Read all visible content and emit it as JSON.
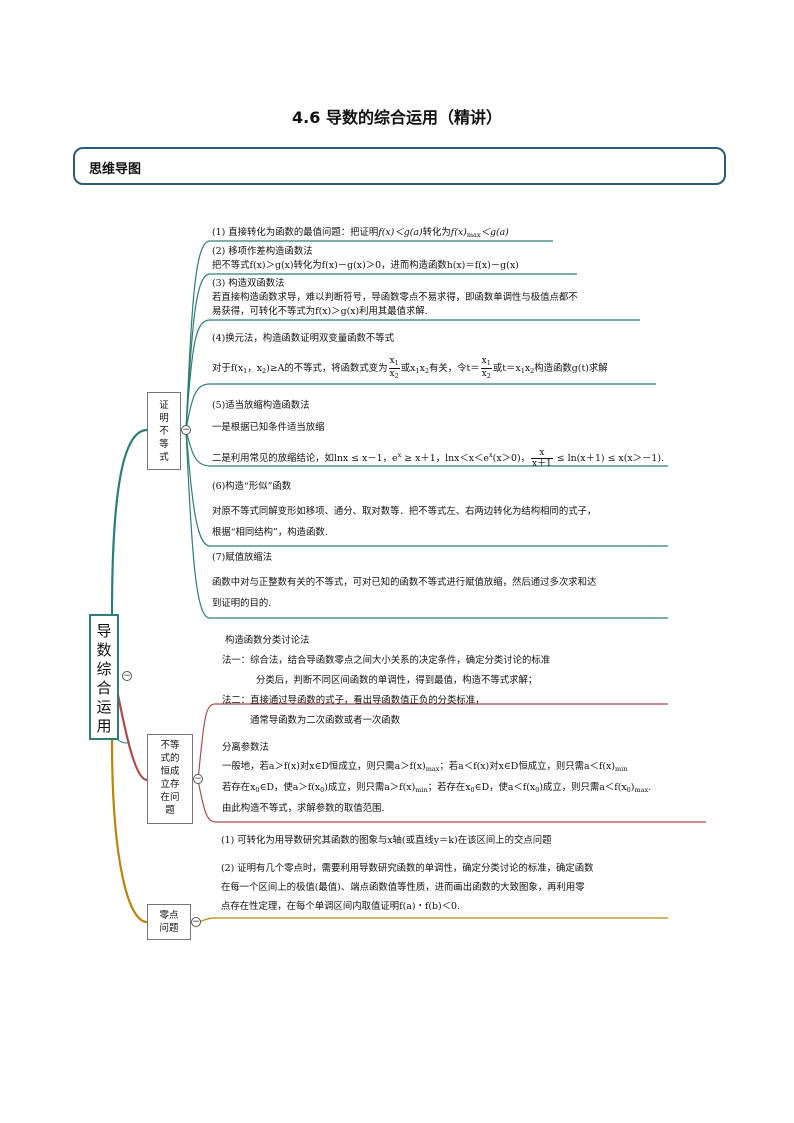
{
  "page_title": "4.6   导数的综合运用（精讲）",
  "section_header": "思维导图",
  "root_node": "导数综合运用",
  "branches": [
    {
      "label": "证明不等式"
    },
    {
      "label": "不等式的恒成立存在问题"
    },
    {
      "label": "零点问题"
    }
  ],
  "proof": {
    "m1": {
      "prefix": "(1) 直接转化为函数的最值问题：把证明",
      "a1": "f(x)＜g(a)",
      "mid": "转化为",
      "b1": "f(x)",
      "b_sub": "max",
      "b2": "＜g(a)"
    },
    "m2": {
      "title": "(2) 移项作差构造函数法",
      "body": "把不等式f(x)＞g(x)转化为f(x)－g(x)＞0，进而构造函数h(x)＝f(x)－g(x)"
    },
    "m3": {
      "title": "(3) 构造双函数法",
      "l1": "若直接构造函数求导，难以判断符号，导函数零点不易求得，即函数单调性与极值点都不",
      "l2": "易获得，可转化不等式为f(x)＞g(x)利用其最值求解."
    },
    "m4": {
      "title": "(4)换元法，构造函数证明双变量函数不等式",
      "p1": "对于f(x",
      "s1": "1",
      "p2": "，x",
      "s2": "2",
      "p3": ")≥A的不等式，将函数式变为",
      "fn": "x",
      "fn_sub": "1",
      "fd": "x",
      "fd_sub": "2",
      "p4": "或x",
      "s4": "1",
      "p5": "x",
      "s5": "2",
      "p6": "有关，令t＝",
      "p7": "或t＝x",
      "s7": "1",
      "p8": "x",
      "s8": "2",
      "p9": "构造函数g(t)求解"
    },
    "m5": {
      "title": "(5)适当放缩构造函数法",
      "l1": "一是根据已知条件适当放缩",
      "p1": "二是利用常见的放缩结论，如lnx ≤ x－1，e",
      "sup": "x",
      "p2": " ≥ x＋1，lnx＜x＜e",
      "sup2": "x",
      "p3": "(x＞0)，",
      "fn": "x",
      "fd": "x＋1",
      "p4": " ≤ ln(x＋1) ≤ x(x＞－1)."
    },
    "m6": {
      "title": "(6)构造“形似”函数",
      "l1": "对原不等式同解变形如移项、通分、取对数等．把不等式左、右两边转化为结构相同的式子，",
      "l2": "根据“相同结构”，构造函数."
    },
    "m7": {
      "title": "(7)赋值放缩法",
      "l1": "函数中对与正整数有关的不等式，可对已知的函数不等式进行赋值放缩，然后通过多次求和达",
      "l2": "到证明的目的."
    }
  },
  "constant": {
    "c1": {
      "title": "构造函数分类讨论法",
      "l1": "法一：综合法，结合导函数零点之间大小关系的决定条件，确定分类讨论的标准",
      "l2": "分类后，判断不同区间函数的单调性，得到最值，构造不等式求解；",
      "l3": "法二：直接通过导函数的式子，看出导函数值正负的分类标准，",
      "l4": "通常导函数为二次函数或者一次函数"
    },
    "c2": {
      "title": "分离参数法",
      "a1": "一般地，若a＞f(x)对x∈D恒成立，则只需a＞f(x)",
      "a_sub1": "max",
      "a2": "；若a＜f(x)对x∈D恒成立，则只需a＜f(x)",
      "a_sub2": "min",
      "b1": "若存在x",
      "b_s1": "0",
      "b2": "∈D，使a＞f(x",
      "b_s2": "0",
      "b3": ")成立，则只需a＞f(x)",
      "b_s3": "min",
      "b4": "；若存在x",
      "b_s4": "0",
      "b5": "∈D，使a＜f(x",
      "b_s5": "0",
      "b6": ")成立，则只需a＜f(x",
      "b_s6": "0",
      "b7": ")",
      "b_s7": "max",
      "b8": ".",
      "l3": "由此构造不等式，求解参数的取值范围."
    }
  },
  "zero": {
    "z1": "(1) 可转化为用导数研究其函数的图象与x轴(或直线y＝k)在该区间上的交点问题",
    "z2": {
      "l1": "(2) 证明有几个零点时，需要利用导数研究函数的单调性，确定分类讨论的标准，确定函数",
      "l2": "在每一个区间上的极值(最值)、端点函数值等性质，进而画出函数的大致图象，再利用零",
      "l3": "点存在性定理，在每个单调区间内取值证明f(a)・f(b)＜0."
    }
  },
  "colors": {
    "root": "#2e7d77",
    "branch_teal": "#2e7d77",
    "branch_red": "#b04a4a",
    "branch_gold": "#b8860b",
    "header_border": "#2e5b7d"
  }
}
